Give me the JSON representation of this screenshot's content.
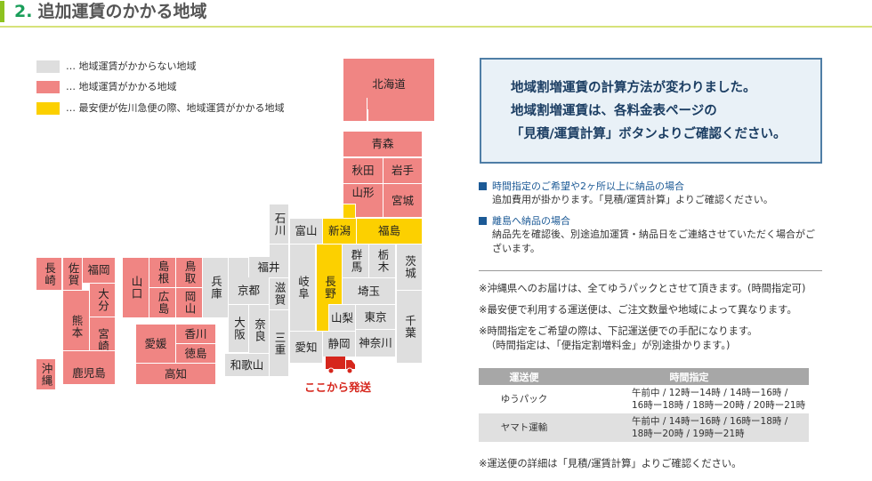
{
  "header": {
    "number": "2.",
    "title": "追加運賃のかかる地域"
  },
  "legend": [
    {
      "color": "#dedede",
      "label": "… 地域運賃がかからない地域"
    },
    {
      "color": "#f08583",
      "label": "… 地域運賃がかかる地域"
    },
    {
      "color": "#fcd000",
      "label": "… 最安便が佐川急便の際、地域運賃がかかる地域"
    }
  ],
  "map": {
    "hokkaido": "北海道",
    "aomori": "青森",
    "akita": "秋田",
    "iwate": "岩手",
    "yamagata": "山形",
    "miyagi": "宮城",
    "fukushima": "福島",
    "niigata": "新潟",
    "toyama": "富山",
    "ishikawa": "石川",
    "fukui": "福井",
    "kyoto": "京都",
    "shiga": "滋賀",
    "gifu": "岐阜",
    "nagano": "長野",
    "gunma": "群馬",
    "tochigi": "栃木",
    "ibaraki": "茨城",
    "saitama": "埼玉",
    "chiba": "千葉",
    "yamanashi": "山梨",
    "tokyo": "東京",
    "kanagawa": "神奈川",
    "aichi": "愛知",
    "shizuoka": "静岡",
    "mie": "三重",
    "nara": "奈良",
    "osaka": "大阪",
    "wakayama": "和歌山",
    "hyogo": "兵庫",
    "tottori": "鳥取",
    "shimane": "島根",
    "yamaguchi": "山口",
    "hiroshima": "広島",
    "okayama": "岡山",
    "kagawa": "香川",
    "ehime": "愛媛",
    "tokushima": "徳島",
    "kochi": "高知",
    "nagasaki": "長崎",
    "saga": "佐賀",
    "fukuoka": "福岡",
    "oita": "大分",
    "kumamoto": "熊本",
    "miyazaki": "宮崎",
    "kagoshima": "鹿児島",
    "okinawa": "沖縄",
    "ship_from": "ここから発送"
  },
  "info": {
    "lines": [
      "地域割増運賃の計算方法が変わりました。",
      "地域割増運賃は、各料金表ページの",
      "「見積/運賃計算」ボタンよりご確認ください。"
    ]
  },
  "notes": [
    {
      "heading": "時間指定のご希望や2ヶ所以上に納品の場合",
      "body": "追加費用が掛かります。「見積/運賃計算」よりご確認ください。"
    },
    {
      "heading": "離島へ納品の場合",
      "body": "納品先を確認後、別途追加運賃・納品日をご連絡させていただく場合がございます。"
    }
  ],
  "remarks": [
    "※沖縄県へのお届けは、全てゆうパックとさせて頂きます。(時間指定可)",
    "※最安便で利用する運送便は、ご注文数量や地域によって異なります。",
    "※時間指定をご希望の際は、下記運送便での手配になります。",
    "（時間指定は、「便指定割増料金」が別途掛かります。)"
  ],
  "table": {
    "headers": [
      "運送便",
      "時間指定"
    ],
    "rows": [
      {
        "carrier": "ゆうパック",
        "line1": "午前中 / 12時ー14時 / 14時ー16時 /",
        "line2": "16時ー18時 / 18時ー20時 / 20時ー21時"
      },
      {
        "carrier": "ヤマト運輸",
        "line1": "午前中 / 14時ー16時 / 16時ー18時 /",
        "line2": "18時ー20時 / 19時ー21時"
      }
    ]
  },
  "footer_note": "※運送便の詳細は「見積/運賃計算」よりご確認ください。"
}
